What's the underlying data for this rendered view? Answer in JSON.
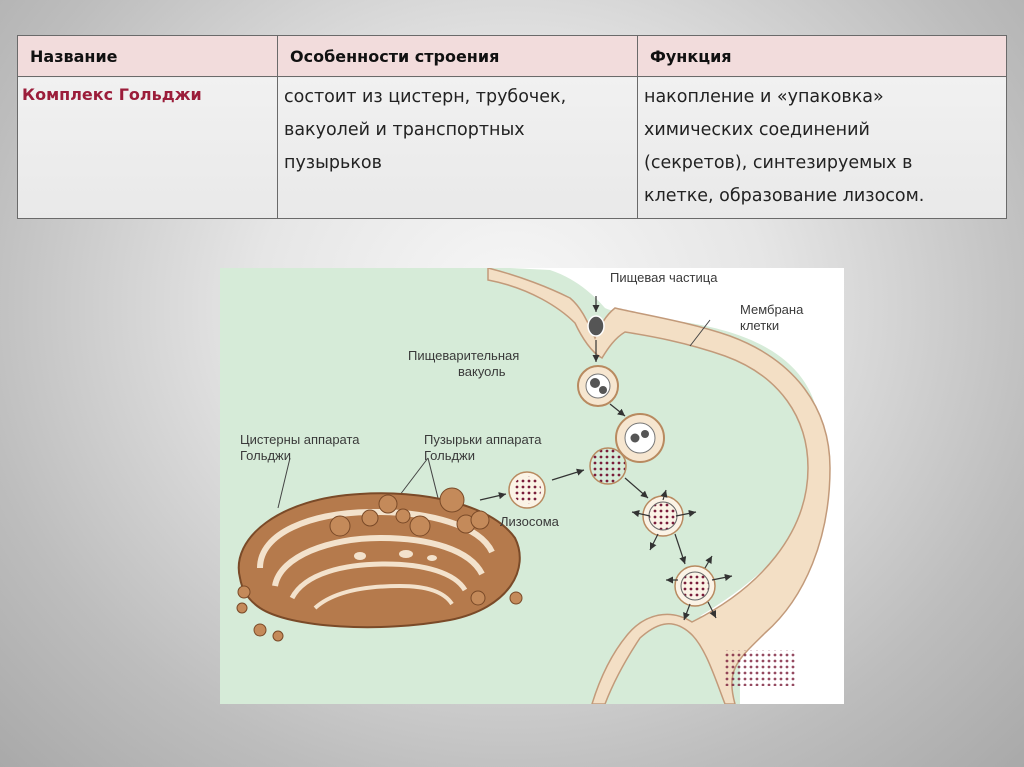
{
  "table": {
    "headers": [
      "Название",
      "Особенности строения",
      "Функция"
    ],
    "row": {
      "name": "Комплекс Гольджи",
      "structure": [
        "состоит из цистерн, трубочек,",
        "вакуолей и транспортных",
        "пузырьков"
      ],
      "function": [
        "накопление и «упаковка»",
        "химических соединений",
        "(секретов), синтезируемых в",
        "клетке, образование лизосом."
      ]
    }
  },
  "diagram": {
    "labels": {
      "food_particle": "Пищевая частица",
      "membrane_1": "Мембрана",
      "membrane_2": "клетки",
      "vacuole_1": "Пищеварительная",
      "vacuole_2": "вакуоль",
      "cisterns_1": "Цистерны аппарата",
      "cisterns_2": "Гольджи",
      "vesicles_1": "Пузырьки аппарата",
      "vesicles_2": "Гольджи",
      "lysosome": "Лизосома"
    },
    "colors": {
      "cytoplasm": "#d6ebd8",
      "membrane": "#f3dfc5",
      "golgi": "#b57a4c",
      "lysosome_dots": "#7a1d3a"
    }
  }
}
